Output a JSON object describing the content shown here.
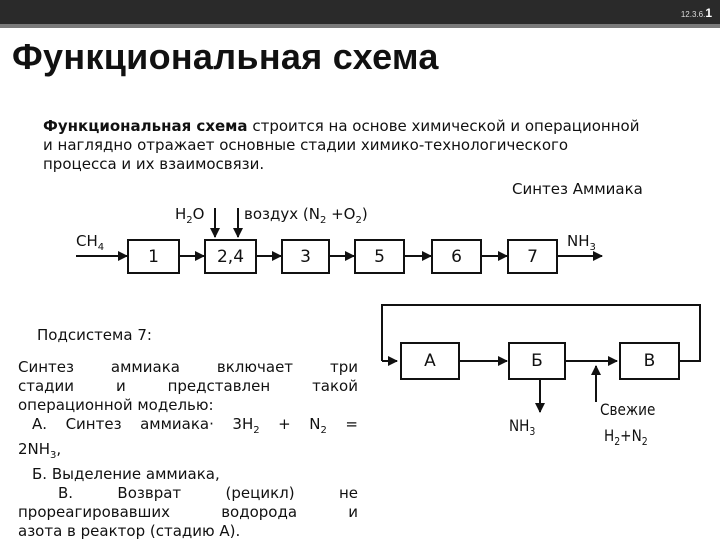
{
  "header": {
    "slide_label": "12.3.6.",
    "slide_num": "1"
  },
  "title": "Функциональная схема",
  "intro": {
    "bold": "Функциональная схема",
    "rest": " строится на основе химической и операционной и наглядно отражает основные стадии химико-технологического процесса и их взаимосвязи."
  },
  "synthesis_label": "Синтез Аммиака",
  "chain": {
    "input": "CH",
    "input_sub": "4",
    "water": "H",
    "water_sub": "2",
    "water_tail": "O",
    "air": "воздух (N",
    "air_sub1": "2",
    "air_mid": " +O",
    "air_sub2": "2",
    "air_tail": ")",
    "output": "NH",
    "output_sub": "3",
    "boxes": [
      "1",
      "2,4",
      "3",
      "5",
      "6",
      "7"
    ]
  },
  "subsystem_label": "Подсистема 7:",
  "subdiagram": {
    "boxes": [
      "А",
      "Б",
      "В"
    ],
    "nh3": "NH",
    "nh3_sub": "3",
    "fresh_line1": "Свежие",
    "fresh_h": "H",
    "fresh_h_sub": "2",
    "fresh_n": "+N",
    "fresh_n_sub": "2"
  },
  "body": {
    "line1": "Синтез аммиака включает три",
    "line2": "стадии и представлен такой",
    "line3": "операционной моделью:",
    "a_pre": "А. Синтез аммиака",
    "a_dot": "·",
    "a_eq1": " 3H",
    "a_sub1": "2",
    "a_eq2": " + N",
    "a_sub2": "2",
    "a_eq3": " =",
    "a_cont": "2NH",
    "a_cont_sub": "3",
    "a_cont_tail": ",",
    "b": "Б. Выделение аммиака,",
    "c1": "В. Возврат (рецикл) не",
    "c2": "прореагировавших водорода и",
    "c3": "азота в реактор (стадию А)."
  }
}
